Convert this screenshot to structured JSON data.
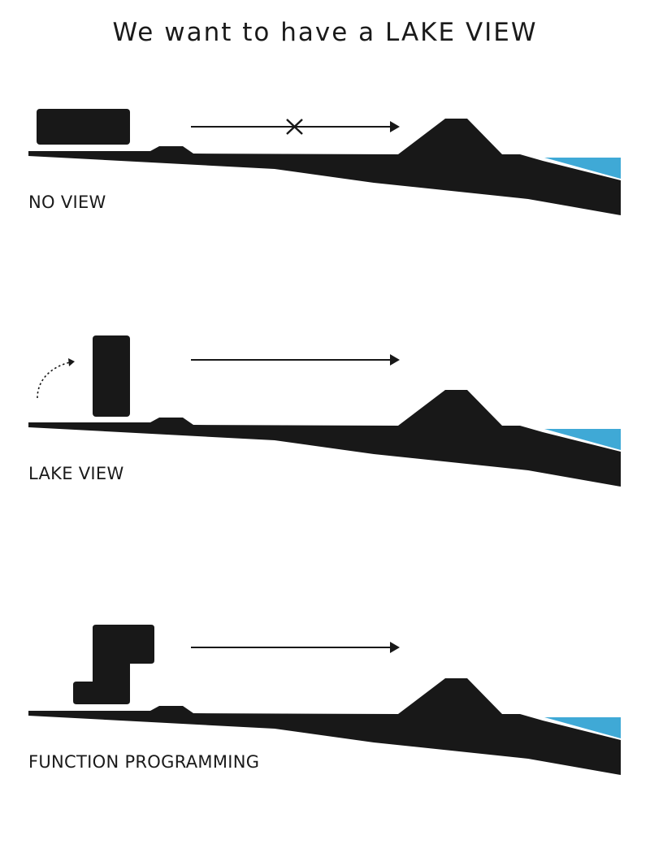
{
  "title": "We want to have a LAKE VIEW",
  "panels": [
    {
      "caption": "NO VIEW",
      "building": "horizontal-block",
      "view_blocked": true
    },
    {
      "caption": "LAKE VIEW",
      "building": "vertical-tower",
      "view_blocked": false
    },
    {
      "caption": "FUNCTION PROGRAMMING",
      "building": "stepped-stack",
      "view_blocked": false
    }
  ],
  "colors": {
    "ink": "#181818",
    "water": "#3fa9d6"
  }
}
